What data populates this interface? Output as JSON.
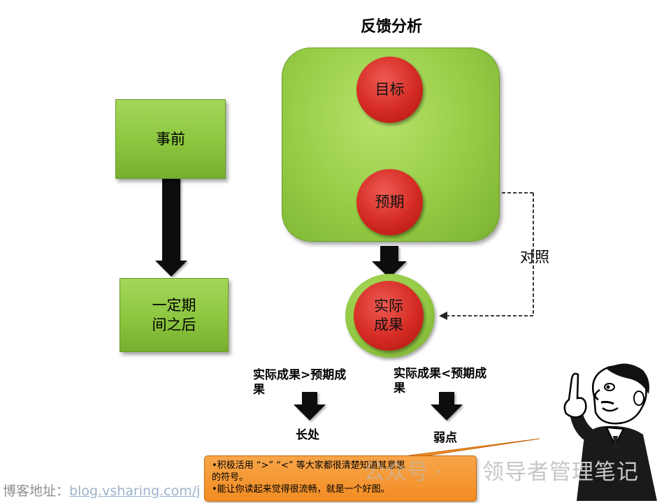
{
  "title": "反馈分析",
  "left_flow": {
    "before": "事前",
    "after_line1": "一定期",
    "after_line2": "间之后"
  },
  "right_flow": {
    "goal": "目标",
    "expected": "预期",
    "actual_line1": "实际",
    "actual_line2": "成果",
    "compare": "对照"
  },
  "outcomes": {
    "greater_line1": "实际成果>预期成",
    "greater_line2": "果",
    "greater_result": "长处",
    "less_line1": "实际成果<预期成",
    "less_line2": "果",
    "less_result": "弱点"
  },
  "note": {
    "line1": "•积极活用 “>” “<” 等大家都很清楚知道其意思",
    "line2": "的符号。",
    "line3": "•能让你读起来觉得很流畅，就是一个好图。"
  },
  "watermarks": {
    "blog_prefix": "博客地址：",
    "blog_url": "blog.vsharing.com/j",
    "wechat_faded": "公众号 ·",
    "wechat": "领导者管理笔记"
  },
  "colors": {
    "green": "#8cc63f",
    "red": "#d42b23",
    "note_orange": "#f28c22"
  }
}
